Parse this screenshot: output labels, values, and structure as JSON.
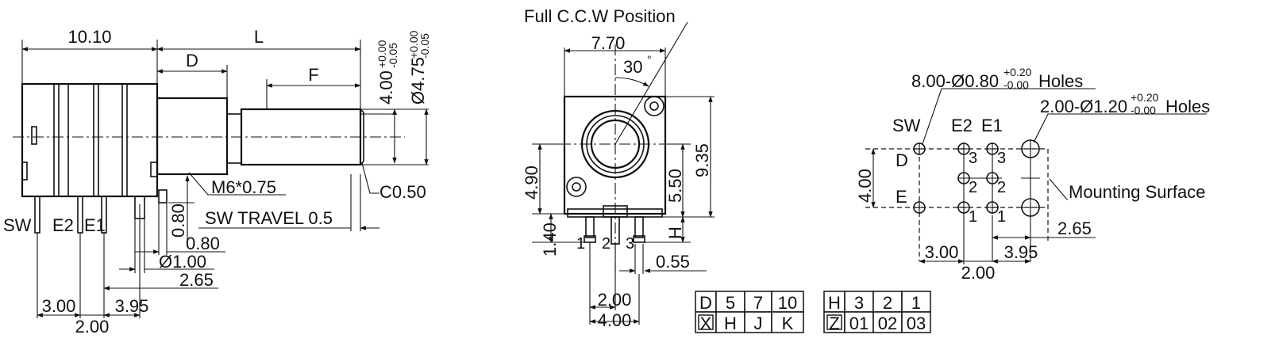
{
  "side_view": {
    "dim_body_width": "10.10",
    "dim_shaft_length": "L",
    "dim_bushing_length": "D",
    "dim_flat_length": "F",
    "dim_shaft_dia": "4.00",
    "dim_shaft_dia_tol_plus": "+0.00",
    "dim_shaft_dia_tol_minus": "-0.05",
    "dim_flat_dia": "Ø4.75",
    "dim_flat_dia_tol_plus": "+0.00",
    "dim_flat_dia_tol_minus": "-0.05",
    "thread": "M6*0.75",
    "chamfer": "C0.50",
    "sw_travel": "SW TRAVEL 0.5",
    "dim_080_vertical": "0.80",
    "dim_080": "0.80",
    "dim_pin_dia": "Ø1.00",
    "dim_265": "2.65",
    "dim_300": "3.00",
    "dim_395": "3.95",
    "dim_200": "2.00",
    "label_sw": "SW",
    "label_e2": "E2",
    "label_e1": "E1"
  },
  "front_view": {
    "title": "Full C.C.W Position",
    "dim_width": "7.70",
    "angle": "30",
    "angle_unit": "°",
    "dim_490": "4.90",
    "dim_550": "5.50",
    "dim_935": "9.35",
    "dim_140": "1.40",
    "dim_h": "H",
    "dim_055": "0.55",
    "dim_200": "2.00",
    "dim_400": "4.00",
    "pin_1": "1",
    "pin_2": "2",
    "pin_3": "3"
  },
  "pcb_view": {
    "holes_small_prefix": "8.00-Ø0.80",
    "holes_small_tol_plus": "+0.20",
    "holes_small_tol_minus": "-0.00",
    "holes_small_suffix": "Holes",
    "holes_large_prefix": "2.00-Ø1.20",
    "holes_large_tol_plus": "+0.20",
    "holes_large_tol_minus": "-0.00",
    "holes_large_suffix": "Holes",
    "label_sw": "SW",
    "label_e2": "E2",
    "label_e1": "E1",
    "label_d": "D",
    "label_e": "E",
    "mounting_surface": "Mounting Surface",
    "dim_400": "4.00",
    "dim_265": "2.65",
    "dim_300": "3.00",
    "dim_395": "3.95",
    "dim_200": "2.00",
    "pin_3a": "3",
    "pin_3b": "3",
    "pin_2a": "2",
    "pin_2b": "2",
    "pin_1a": "1",
    "pin_1b": "1"
  },
  "table_d": {
    "row1": [
      "D",
      "5",
      "7",
      "10"
    ],
    "row2": [
      "X",
      "H",
      "J",
      "K"
    ]
  },
  "table_h": {
    "row1": [
      "H",
      "3",
      "2",
      "1"
    ],
    "row2": [
      "Z",
      "01",
      "02",
      "03"
    ]
  }
}
